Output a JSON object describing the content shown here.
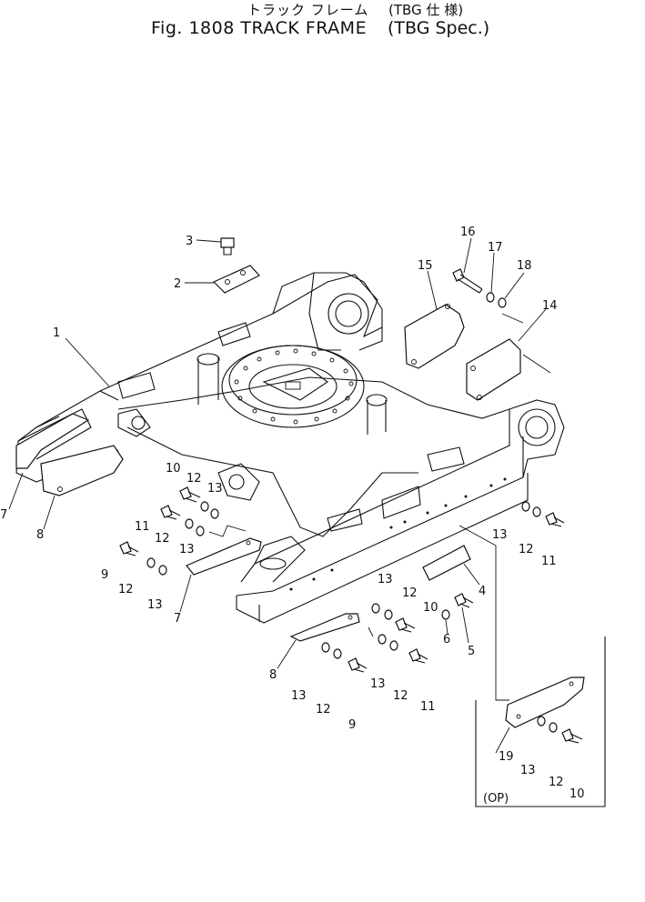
{
  "title": {
    "jp_line": "トラック フレーム",
    "paren_top": "TBG 仕 様",
    "main_line": "Fig. 1808 TRACK FRAME",
    "paren_bottom": "TBG Spec."
  },
  "option_box": {
    "label": "(OP)"
  },
  "callouts": [
    {
      "id": "c1",
      "text": "1"
    },
    {
      "id": "c2",
      "text": "2"
    },
    {
      "id": "c3",
      "text": "3"
    },
    {
      "id": "c4",
      "text": "4"
    },
    {
      "id": "c5",
      "text": "5"
    },
    {
      "id": "c6",
      "text": "6"
    },
    {
      "id": "c7a",
      "text": "7"
    },
    {
      "id": "c7b",
      "text": "7"
    },
    {
      "id": "c8a",
      "text": "8"
    },
    {
      "id": "c8b",
      "text": "8"
    },
    {
      "id": "c9a",
      "text": "9"
    },
    {
      "id": "c9b",
      "text": "9"
    },
    {
      "id": "c10a",
      "text": "10"
    },
    {
      "id": "c10b",
      "text": "10"
    },
    {
      "id": "c10c",
      "text": "10"
    },
    {
      "id": "c11a",
      "text": "11"
    },
    {
      "id": "c11b",
      "text": "11"
    },
    {
      "id": "c11c",
      "text": "11"
    },
    {
      "id": "c12a",
      "text": "12"
    },
    {
      "id": "c12b",
      "text": "12"
    },
    {
      "id": "c12c",
      "text": "12"
    },
    {
      "id": "c12d",
      "text": "12"
    },
    {
      "id": "c12e",
      "text": "12"
    },
    {
      "id": "c12f",
      "text": "12"
    },
    {
      "id": "c12g",
      "text": "12"
    },
    {
      "id": "c12h",
      "text": "12"
    },
    {
      "id": "c13a",
      "text": "13"
    },
    {
      "id": "c13b",
      "text": "13"
    },
    {
      "id": "c13c",
      "text": "13"
    },
    {
      "id": "c13d",
      "text": "13"
    },
    {
      "id": "c13e",
      "text": "13"
    },
    {
      "id": "c13f",
      "text": "13"
    },
    {
      "id": "c13g",
      "text": "13"
    },
    {
      "id": "c13h",
      "text": "13"
    },
    {
      "id": "c14",
      "text": "14"
    },
    {
      "id": "c15",
      "text": "15"
    },
    {
      "id": "c16",
      "text": "16"
    },
    {
      "id": "c17",
      "text": "17"
    },
    {
      "id": "c18",
      "text": "18"
    },
    {
      "id": "c19",
      "text": "19"
    }
  ]
}
